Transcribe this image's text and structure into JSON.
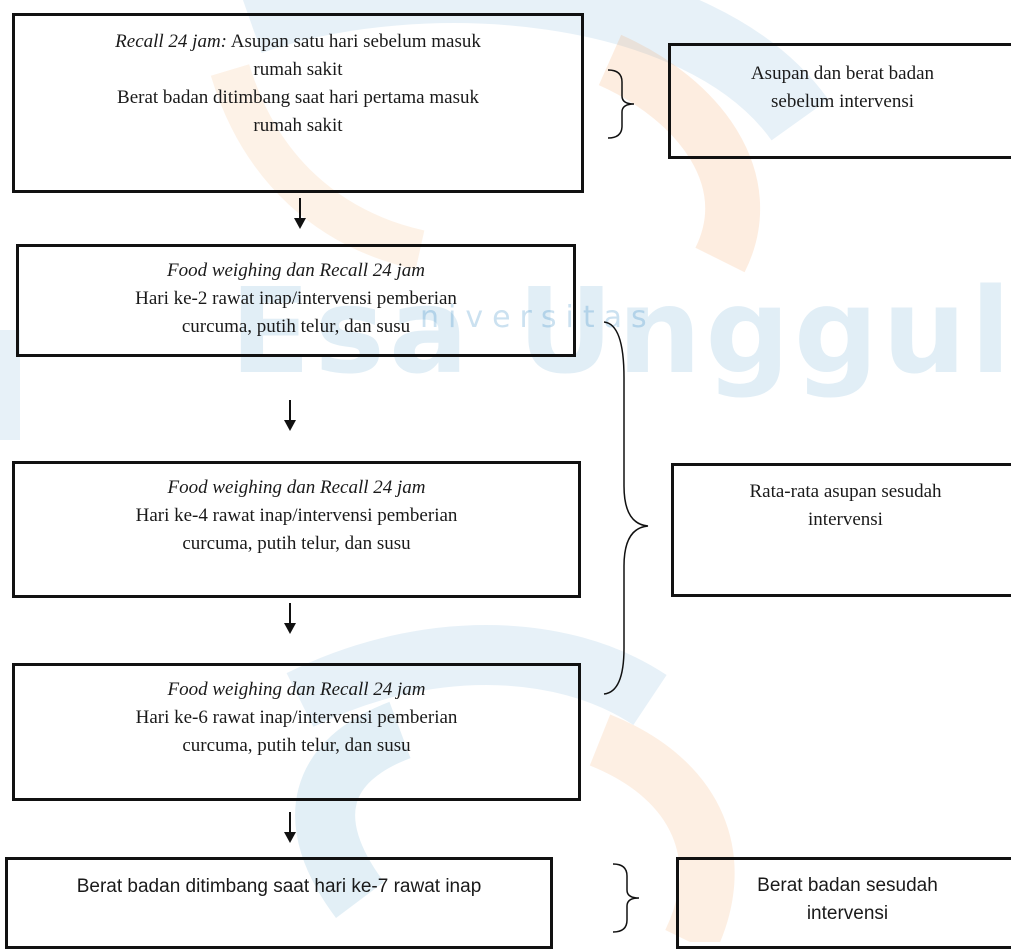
{
  "flow": {
    "box1": {
      "italic": "Recall 24 jam:",
      "line1_rest": " Asupan satu hari sebelum masuk",
      "line2": "rumah sakit",
      "line3": "Berat badan ditimbang saat hari pertama masuk",
      "line4": "rumah sakit"
    },
    "box2": {
      "italic": "Food weighing dan Recall 24 jam",
      "line2": "Hari ke-2 rawat inap/intervensi pemberian",
      "line3": "curcuma, putih telur, dan susu"
    },
    "box3": {
      "italic": "Food weighing dan Recall 24 jam",
      "line2": "Hari ke-4 rawat inap/intervensi pemberian",
      "line3": "curcuma, putih telur, dan susu"
    },
    "box4": {
      "italic": "Food weighing dan Recall 24 jam",
      "line2": "Hari ke-6 rawat inap/intervensi pemberian",
      "line3": "curcuma, putih telur, dan susu"
    },
    "box5": {
      "text": "Berat badan ditimbang saat hari ke-7 rawat inap"
    }
  },
  "outcomes": {
    "out1": {
      "line1": "Asupan dan berat badan",
      "line2": "sebelum intervensi"
    },
    "out2": {
      "line1": "Rata-rata asupan sesudah",
      "line2": "intervensi"
    },
    "out3": {
      "line1": "Berat badan sesudah",
      "line2": "intervensi"
    }
  },
  "watermark": {
    "main": "Esa Unggul",
    "sub": "niversitas"
  },
  "colors": {
    "watermark_blue": "#1478b9",
    "watermark_orange": "#f0913c",
    "border": "#111111"
  }
}
